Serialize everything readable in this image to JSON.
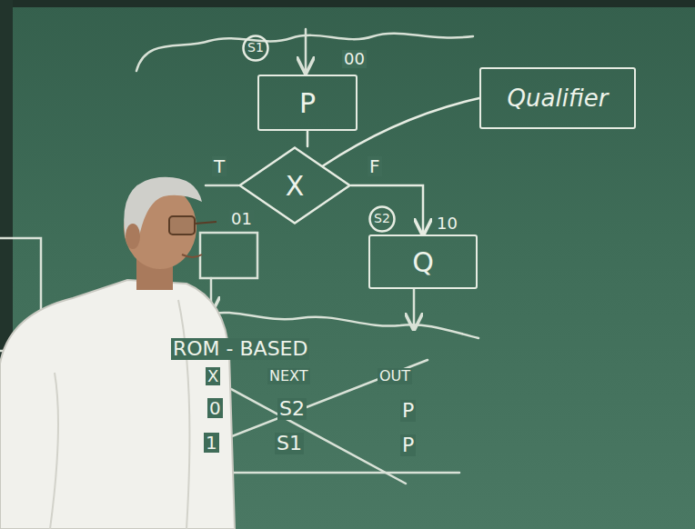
{
  "diagram": {
    "nodes": [
      {
        "text": [
          "S1"
        ]
      },
      {
        "text": [
          "P"
        ]
      },
      {
        "text": [
          "Qualifier"
        ]
      },
      {
        "text": [
          "X"
        ]
      },
      {
        "text": [
          "S2"
        ]
      },
      {
        "text": [
          "Q"
        ]
      }
    ],
    "edges": [
      {
        "from": 1,
        "to": 3,
        "arrow": "none"
      },
      {
        "from": 2,
        "to": 3,
        "arrow": "none"
      },
      {
        "from": 3,
        "to": 5,
        "label": "F",
        "arrow": "to"
      }
    ],
    "labels": [
      "00",
      "T",
      "01",
      "10",
      "ROM - BASED",
      "X",
      "NEXT",
      "OUT",
      "0",
      "S2",
      "P",
      "1",
      "S1",
      "P"
    ]
  }
}
